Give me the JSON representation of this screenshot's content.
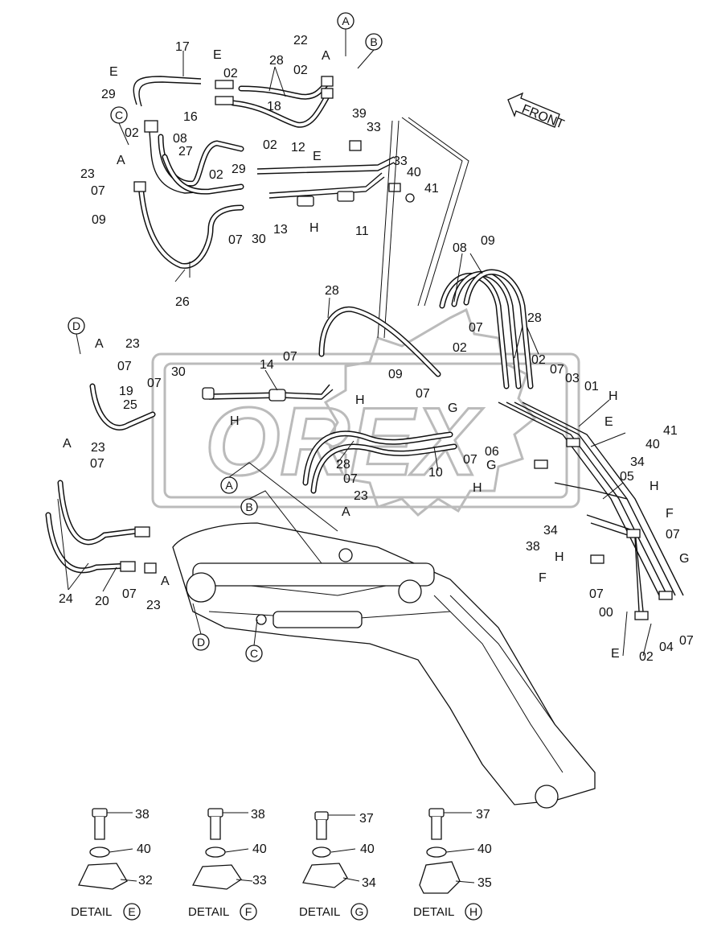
{
  "watermark": "OREX",
  "front_arrow_label": "FRONT",
  "circle_refs": {
    "top_A": "A",
    "top_B": "B",
    "top_C": "C",
    "left_D": "D",
    "mid_A": "A",
    "mid_B": "B",
    "bottom_D": "D",
    "bottom_C": "C"
  },
  "part_labels": {
    "p17": "17",
    "pE1": "E",
    "pE2": "E",
    "p22": "22",
    "pA1": "A",
    "p02a": "02",
    "p02b": "02",
    "p28a": "28",
    "p18": "18",
    "p29a": "29",
    "p16": "16",
    "p02c": "02",
    "p08a": "08",
    "p27": "27",
    "p39": "39",
    "p33a": "33",
    "p33b": "33",
    "p02d": "02",
    "p12": "12",
    "pE3": "E",
    "p29b": "29",
    "p02e": "02",
    "p40a": "40",
    "p41a": "41",
    "p23a": "23",
    "pA2": "A",
    "p07a": "07",
    "p09a": "09",
    "p07b": "07",
    "p30a": "30",
    "p13": "13",
    "pH1": "H",
    "p11": "11",
    "p26": "26",
    "p08b": "08",
    "p09b": "09",
    "p07c": "07",
    "p02f": "02",
    "p28b": "28",
    "p28c": "28",
    "p23b": "23",
    "pA3": "A",
    "p07d": "07",
    "p19": "19",
    "p25": "25",
    "p07e": "07",
    "p30b": "30",
    "p14": "14",
    "pH2": "H",
    "pH3": "H",
    "p07f": "07",
    "p09c": "09",
    "p07g": "07",
    "p02g": "02",
    "p07h": "07",
    "p03": "03",
    "p01": "01",
    "pH4": "H",
    "pE4": "E",
    "pG1": "G",
    "p06": "06",
    "p07i": "07",
    "pG2": "G",
    "p10": "10",
    "p28d": "28",
    "pH5": "H",
    "p34a": "34",
    "p40b": "40",
    "p41b": "41",
    "p05": "05",
    "pH6": "H",
    "pF1": "F",
    "p07j": "07",
    "p23c": "23",
    "pA4": "A",
    "p07k": "07",
    "p07l": "07",
    "p23d": "23",
    "pA5": "A",
    "p38": "38",
    "p34b": "34",
    "pH7": "H",
    "pF2": "F",
    "p07m": "07",
    "pG3": "G",
    "p00": "00",
    "p04": "04",
    "p07n": "07",
    "pE5": "E",
    "p02h": "02",
    "p24": "24",
    "p20": "20",
    "p07o": "07",
    "p23e": "23",
    "pA6": "A"
  },
  "details": [
    {
      "bolt": "38",
      "washer": "40",
      "clamp": "32",
      "caption": "DETAIL",
      "letter": "E"
    },
    {
      "bolt": "38",
      "washer": "40",
      "clamp": "33",
      "caption": "DETAIL",
      "letter": "F"
    },
    {
      "bolt": "37",
      "washer": "40",
      "clamp": "34",
      "caption": "DETAIL",
      "letter": "G"
    },
    {
      "bolt": "37",
      "washer": "40",
      "clamp": "35",
      "caption": "DETAIL",
      "letter": "H"
    }
  ]
}
